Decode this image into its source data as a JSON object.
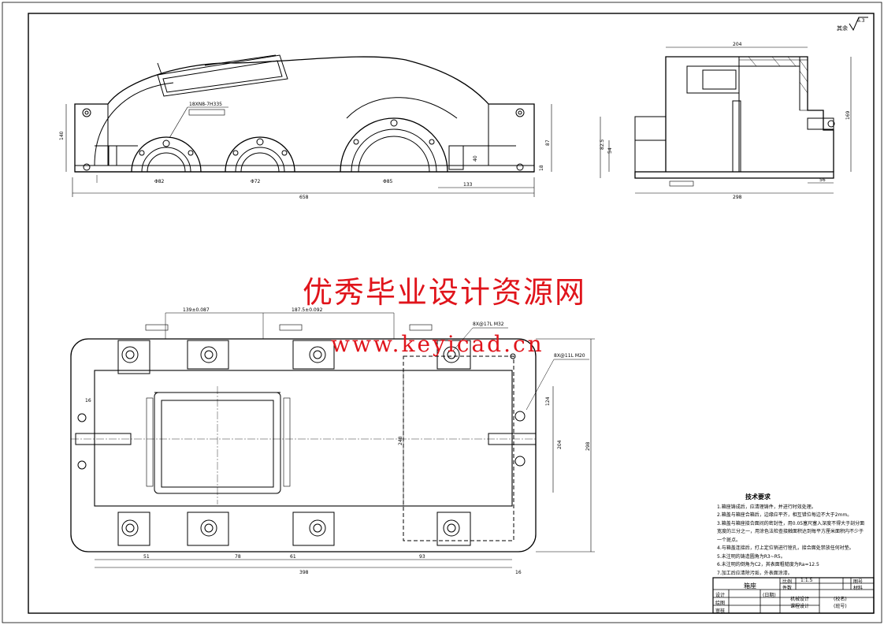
{
  "watermark": {
    "cn": "优秀毕业设计资源网",
    "url": "www.keyicad.cn"
  },
  "roughness": {
    "label": "其余",
    "value": "6.3"
  },
  "dimensions": {
    "front": [
      "658",
      "133",
      "140",
      "87",
      "40",
      "18",
      "Φ82",
      "Φ72",
      "Φ85"
    ],
    "side": [
      "204",
      "169",
      "298",
      "56",
      "82.5",
      "54"
    ],
    "top": [
      "139±0.087",
      "187.5±0.092",
      "51",
      "78",
      "61",
      "93",
      "398",
      "16",
      "16",
      "248",
      "204",
      "124",
      "298"
    ],
    "callouts": [
      "18XN8-7H335",
      "8X@17L M32",
      "8X@11L M20"
    ]
  },
  "tech_requirements": {
    "title": "技术要求",
    "items": [
      "1.箱座铸成后，应清理铸件，并进行时效处理。",
      "2.箱盖与箱座合箱后，边缘应平齐，相互错位每边不大于2mm。",
      "3.箱盖与箱座接合面间的密封性，用0.05塞尺塞入深度不得大于剖分面宽度的三分之一，用涂色法检查接触面积达到每平方厘米面积内不少于一个斑点。",
      "4.与箱盖连接后，打上定位销进行镗孔，接合面处禁放任何衬垫。",
      "5.未注明的铸造圆角为R3~R5。",
      "6.未注明的倒角为C2，其表面粗糙度为Ra=12.5",
      "7.加工后应清除污垢，外表面涂漆。"
    ]
  },
  "title_block": {
    "part_name": "箱座",
    "scale_label": "比例",
    "scale_value": "1:1.5",
    "drawing_no_label": "图号",
    "qty_label": "件数",
    "material_label": "材料",
    "designer_label": "设计",
    "checker_label": "审核",
    "drafter_label": "绘图",
    "date_label": "(日期)",
    "course": "机械设计",
    "project": "课程设计",
    "school_label": "(校名)",
    "class_label": "(班号)"
  }
}
